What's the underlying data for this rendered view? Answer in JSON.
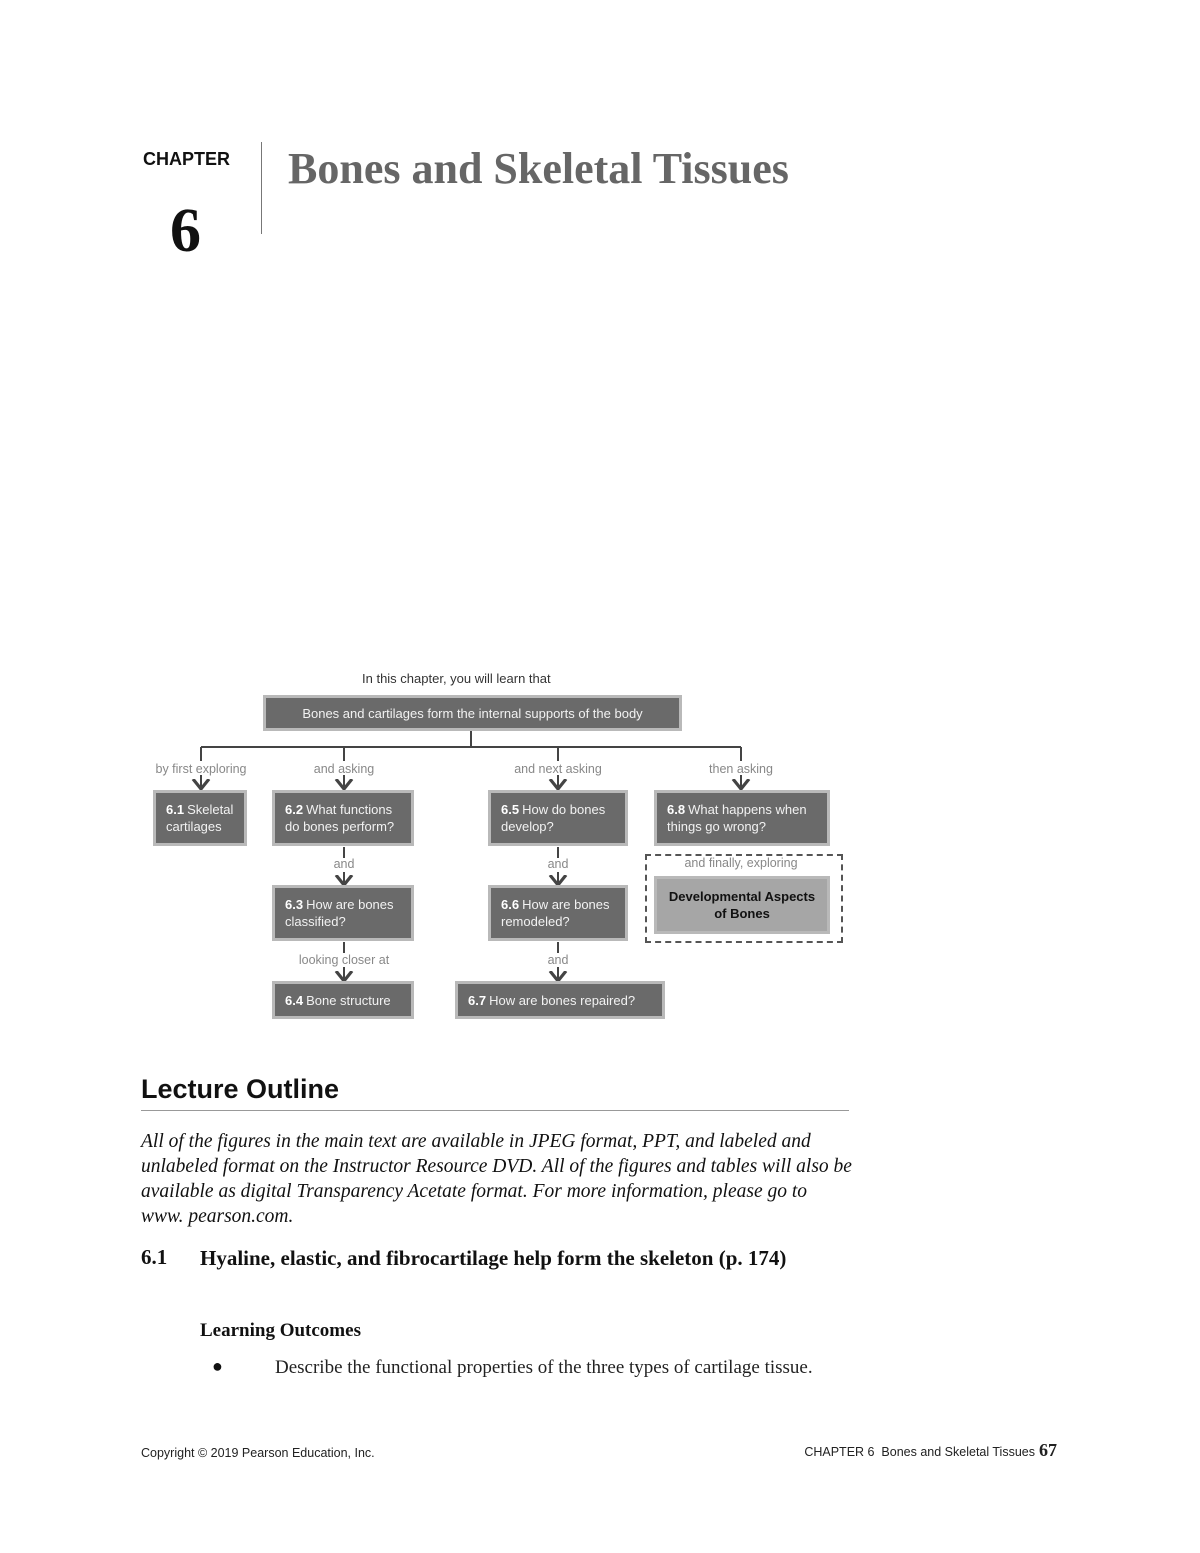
{
  "chapter": {
    "label": "CHAPTER",
    "number": "6",
    "title": "Bones and Skeletal Tissues"
  },
  "concept_map": {
    "intro": "In this chapter, you will learn that",
    "root": "Bones and cartilages form the internal supports of the body",
    "branch_labels": [
      "by first exploring",
      "and asking",
      "and next asking",
      "then asking"
    ],
    "connectors": {
      "and_1": "and",
      "looking_closer": "looking closer at",
      "and_2": "and",
      "and_3": "and",
      "finally": "and finally, exploring"
    },
    "nodes": {
      "n61": {
        "num": "6.1",
        "text": "Skeletal cartilages"
      },
      "n62": {
        "num": "6.2",
        "text": "What functions do bones perform?"
      },
      "n63": {
        "num": "6.3",
        "text": "How are bones classified?"
      },
      "n64": {
        "num": "6.4",
        "text": "Bone structure"
      },
      "n65": {
        "num": "6.5",
        "text": "How do bones develop?"
      },
      "n66": {
        "num": "6.6",
        "text": "How are bones remodeled?"
      },
      "n67": {
        "num": "6.7",
        "text": "How are bones repaired?"
      },
      "n68": {
        "num": "6.8",
        "text": "What happens when things go wrong?"
      },
      "dev": {
        "text": "Developmental Aspects of Bones"
      }
    }
  },
  "outline": {
    "heading": "Lecture Outline",
    "intro": "All of the figures in the main text are available in JPEG format, PPT, and labeled and unlabeled format on the Instructor Resource DVD. All of the figures and tables will also be available as digital Transparency Acetate format. For more information, please go to www. pearson.com.",
    "section_number": "6.1",
    "section_title": "Hyaline, elastic, and fibrocartilage help form the skeleton (p. 174)",
    "outcomes_heading": "Learning Outcomes",
    "outcomes": [
      "Describe the functional properties of the three types of cartilage tissue."
    ]
  },
  "footer": {
    "copyright": "Copyright © 2019 Pearson Education, Inc.",
    "running_head": "CHAPTER 6  Bones and Skeletal Tissues",
    "page": "67"
  }
}
